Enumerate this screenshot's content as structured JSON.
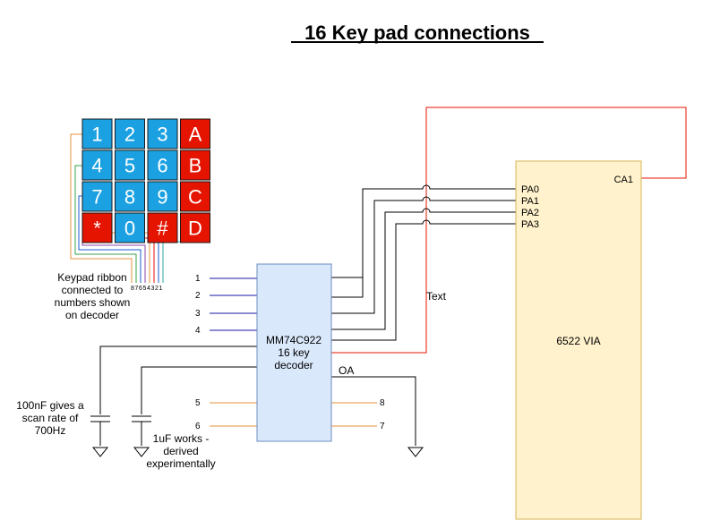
{
  "title": "16 Key pad connections",
  "keypad": {
    "rows": [
      [
        {
          "label": "1",
          "kind": "num"
        },
        {
          "label": "2",
          "kind": "num"
        },
        {
          "label": "3",
          "kind": "num"
        },
        {
          "label": "A",
          "kind": "alpha"
        }
      ],
      [
        {
          "label": "4",
          "kind": "num"
        },
        {
          "label": "5",
          "kind": "num"
        },
        {
          "label": "6",
          "kind": "num"
        },
        {
          "label": "B",
          "kind": "alpha"
        }
      ],
      [
        {
          "label": "7",
          "kind": "num"
        },
        {
          "label": "8",
          "kind": "num"
        },
        {
          "label": "9",
          "kind": "num"
        },
        {
          "label": "C",
          "kind": "alpha"
        }
      ],
      [
        {
          "label": "*",
          "kind": "alpha"
        },
        {
          "label": "0",
          "kind": "num"
        },
        {
          "label": "#",
          "kind": "alpha"
        },
        {
          "label": "D",
          "kind": "alpha"
        }
      ]
    ],
    "ribbon_pins": "87654321",
    "note": [
      "Keypad ribbon",
      "connected to",
      "numbers shown",
      "on decoder"
    ]
  },
  "decoder": {
    "name_lines": [
      "MM74C922",
      "16 key",
      "decoder"
    ],
    "left_pins": [
      "1",
      "2",
      "3",
      "4"
    ],
    "bottom_left_pins": [
      "5",
      "6"
    ],
    "right_pins": [
      "8",
      "7"
    ],
    "oa_label": "OA"
  },
  "via": {
    "name": "6522 VIA",
    "ports": [
      "PA0",
      "PA1",
      "PA2",
      "PA3"
    ],
    "ca1": "CA1"
  },
  "text_label": "Text",
  "capacitor_notes": {
    "left": [
      "100nF gives a",
      "scan rate of",
      "700Hz"
    ],
    "right": [
      "1uF works -",
      "derived",
      "experimentally"
    ]
  },
  "colors": {
    "num_key": "#1ba1e2",
    "alpha_key": "#e51400",
    "decoder_fill": "#dae8fc",
    "decoder_stroke": "#6c8ebf",
    "via_fill": "#fff2cc",
    "via_stroke": "#d6b656",
    "red_wire": "#e51400",
    "blue_wire": "#1a1aa6",
    "orange_wire": "#e69138"
  }
}
